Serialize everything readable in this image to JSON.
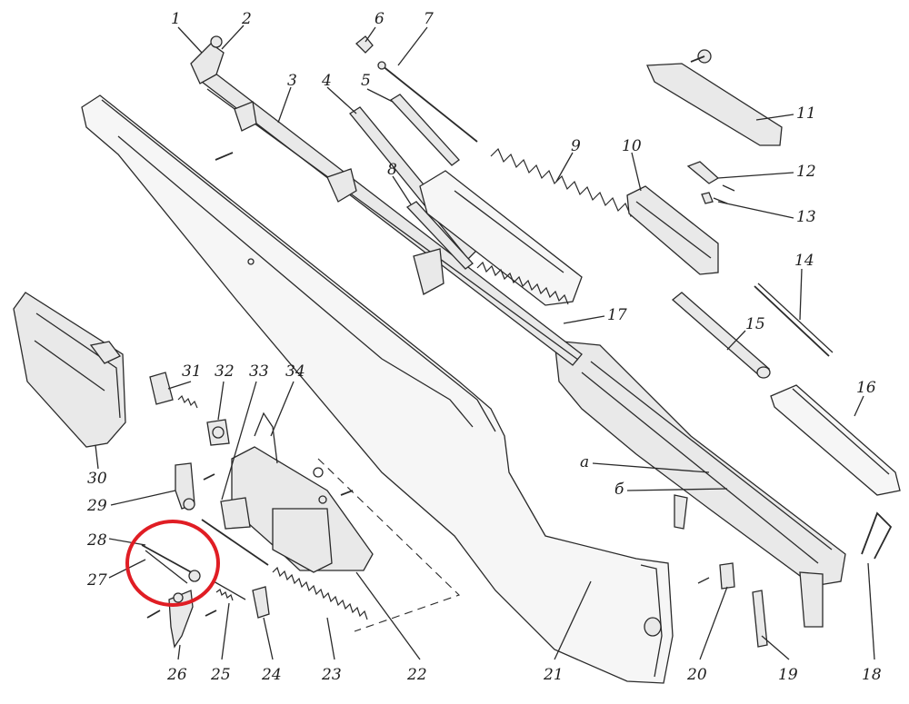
{
  "diagram": {
    "labels": {
      "l1": "1",
      "l2": "2",
      "l3": "3",
      "l4": "4",
      "l5": "5",
      "l6": "6",
      "l7": "7",
      "l8": "8",
      "l9": "9",
      "l10": "10",
      "l11": "11",
      "l12": "12",
      "l13": "13",
      "l14": "14",
      "l15": "15",
      "l16": "16",
      "l17": "17",
      "l18": "18",
      "l19": "19",
      "l20": "20",
      "l21": "21",
      "l22": "22",
      "l23": "23",
      "l24": "24",
      "l25": "25",
      "l26": "26",
      "l27": "27",
      "l28": "28",
      "l29": "29",
      "l30": "30",
      "l31": "31",
      "l32": "32",
      "l33": "33",
      "l34": "34",
      "la": "а",
      "lb": "б"
    },
    "highlight_color": "#e01d24"
  }
}
